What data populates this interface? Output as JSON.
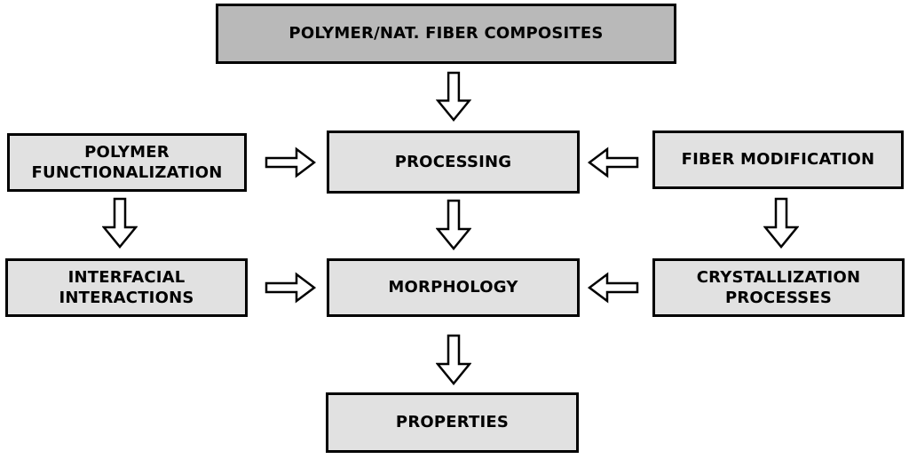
{
  "diagram": {
    "type": "flowchart",
    "topic": "Polymer / Natural Fiber Composites"
  },
  "nodes": {
    "composites": {
      "label": "POLYMER/NAT. FIBER COMPOSITES"
    },
    "polymer_functionalization": {
      "label": "POLYMER FUNCTIONALIZATION"
    },
    "processing": {
      "label": "PROCESSING"
    },
    "fiber_modification": {
      "label": "FIBER MODIFICATION"
    },
    "interfacial_interactions": {
      "label": "INTERFACIAL INTERACTIONS"
    },
    "morphology": {
      "label": "MORPHOLOGY"
    },
    "crystallization_processes": {
      "label": "CRYSTALLIZATION PROCESSES"
    },
    "properties": {
      "label": "PROPERTIES"
    }
  },
  "edges": [
    {
      "from": "composites",
      "to": "processing",
      "direction": "down"
    },
    {
      "from": "polymer_functionalization",
      "to": "processing",
      "direction": "right"
    },
    {
      "from": "fiber_modification",
      "to": "processing",
      "direction": "left"
    },
    {
      "from": "polymer_functionalization",
      "to": "interfacial_interactions",
      "direction": "down"
    },
    {
      "from": "processing",
      "to": "morphology",
      "direction": "down"
    },
    {
      "from": "fiber_modification",
      "to": "crystallization_processes",
      "direction": "down"
    },
    {
      "from": "interfacial_interactions",
      "to": "morphology",
      "direction": "right"
    },
    {
      "from": "crystallization_processes",
      "to": "morphology",
      "direction": "left"
    },
    {
      "from": "morphology",
      "to": "properties",
      "direction": "down"
    }
  ],
  "colors": {
    "background": "#ffffff",
    "box_fill": "#e1e1e1",
    "top_box_fill": "#b9b9b9",
    "border": "#000000",
    "arrow_fill": "#ffffff",
    "arrow_outline": "#000000"
  }
}
